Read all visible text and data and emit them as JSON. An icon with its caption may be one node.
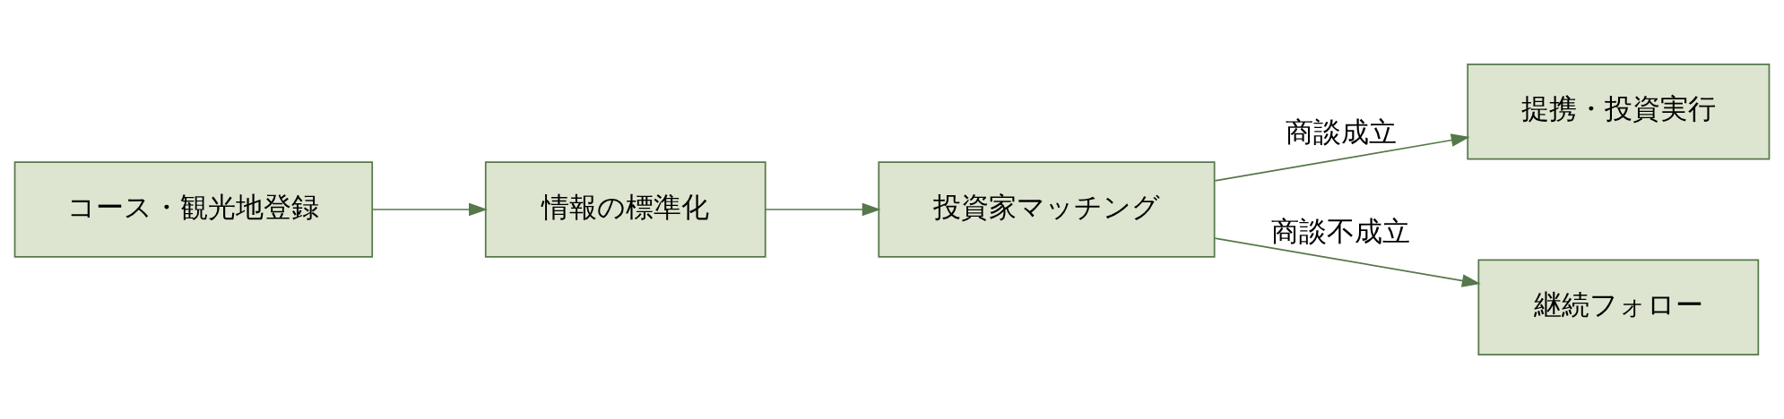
{
  "diagram": {
    "nodes": [
      {
        "text": [
          "コース・観光地登録"
        ]
      },
      {
        "text": [
          "情報の標準化"
        ]
      },
      {
        "text": [
          "投資家マッチング"
        ]
      },
      {
        "text": [
          "提携・投資実行"
        ]
      },
      {
        "text": [
          "継続フォロー"
        ]
      }
    ],
    "edges": [
      {
        "from": 0,
        "to": 1,
        "arrow": "to"
      },
      {
        "from": 1,
        "to": 2,
        "arrow": "to"
      },
      {
        "from": 2,
        "to": 3,
        "arrow": "to",
        "label": "商談成立"
      },
      {
        "from": 2,
        "to": 4,
        "arrow": "to",
        "label": "商談不成立"
      }
    ]
  }
}
